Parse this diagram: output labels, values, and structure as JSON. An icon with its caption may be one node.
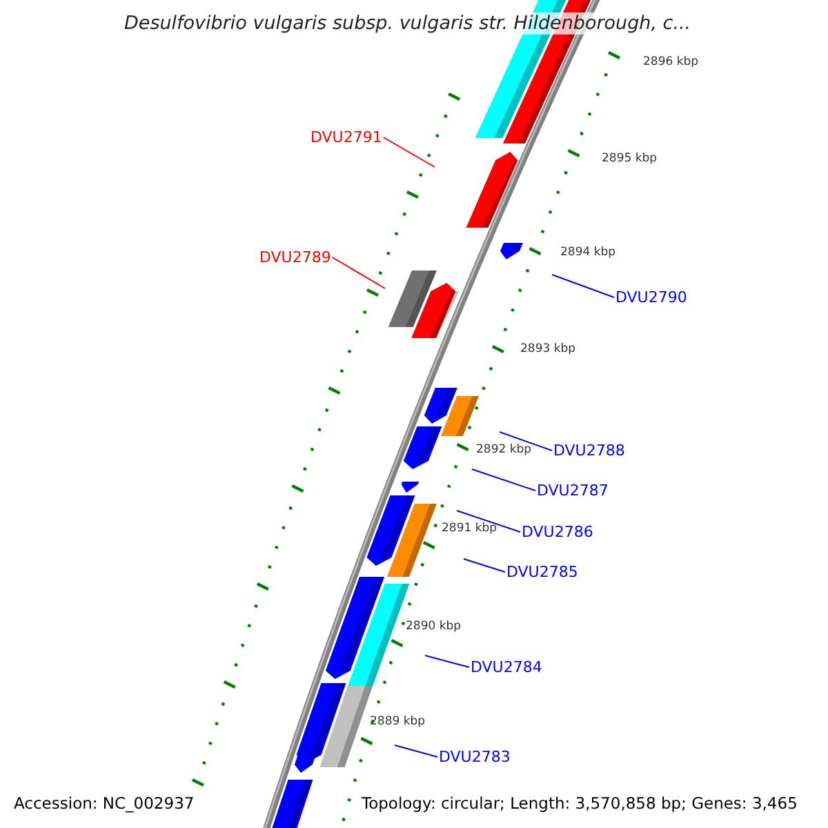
{
  "diagram": {
    "title": "Desulfovibrio vulgaris subsp. vulgaris str. Hildenborough, c...",
    "nodes": [
      {
        "text": [
          "DVU2791"
        ]
      },
      {
        "text": [
          "DVU2789"
        ]
      },
      {
        "text": [
          "DVU2790"
        ]
      },
      {
        "text": [
          "DVU2788"
        ]
      },
      {
        "text": [
          "DVU2787"
        ]
      },
      {
        "text": [
          "DVU2786"
        ]
      },
      {
        "text": [
          "DVU2785"
        ]
      },
      {
        "text": [
          "DVU2784"
        ]
      },
      {
        "text": [
          "DVU2783"
        ]
      }
    ],
    "edges": [
      {
        "from": 0,
        "to": null,
        "arrow": "none",
        "color": "#ff0000"
      },
      {
        "from": 1,
        "to": null,
        "arrow": "none",
        "color": "#ff0000"
      },
      {
        "from": 2,
        "to": null,
        "arrow": "none"
      },
      {
        "from": 3,
        "to": null,
        "arrow": "none"
      },
      {
        "from": 4,
        "to": null,
        "arrow": "none"
      },
      {
        "from": 5,
        "to": null,
        "arrow": "none"
      },
      {
        "from": 6,
        "to": null,
        "arrow": "none"
      },
      {
        "from": 7,
        "to": null,
        "arrow": "none"
      },
      {
        "from": 8,
        "to": null,
        "arrow": "none"
      }
    ],
    "labels": [
      "2896 kbp",
      "2895 kbp",
      "2894 kbp",
      "2893 kbp",
      "2892 kbp",
      "2891 kbp",
      "2890 kbp",
      "2889 kbp",
      "Accession: NC_002937",
      "Topology: circular; Length: 3,570,858 bp; Genes: 3,465"
    ]
  }
}
